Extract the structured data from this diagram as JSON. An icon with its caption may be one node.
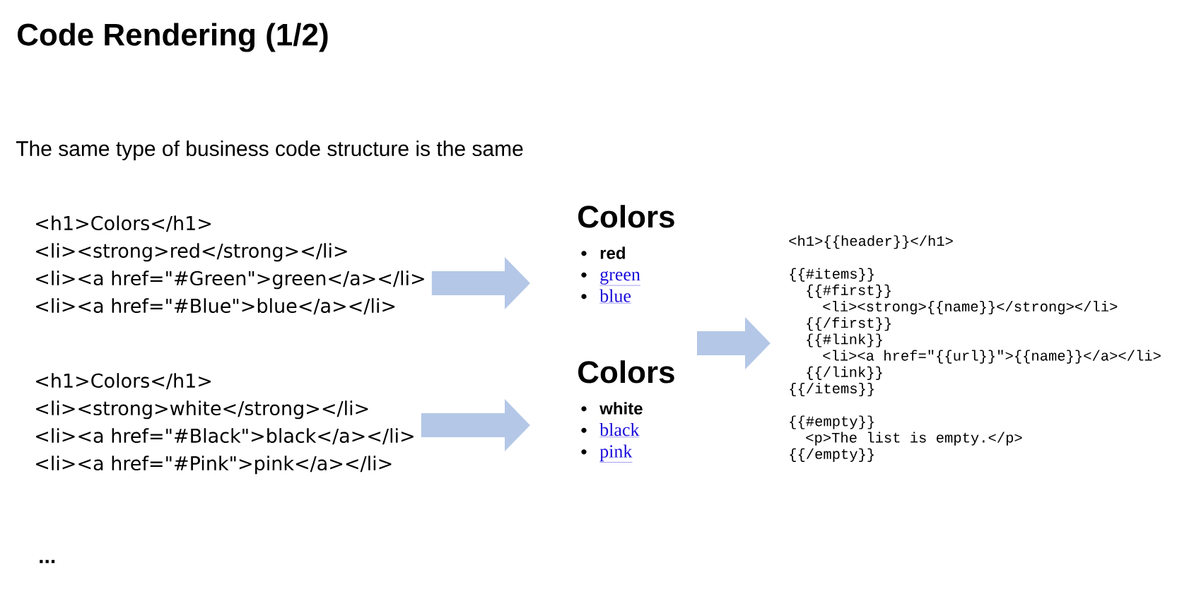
{
  "diagram": {
    "title": "Code Rendering (1/2)",
    "nodes": [
      {
        "text": [
          "<h1>Colors</h1>",
          "<li><strong>red</strong></li>",
          "<li><a href=\"#Green\">green</a></li>",
          "<li><a href=\"#Blue\">blue</a></li>"
        ]
      },
      {
        "text": [
          "<h1>Colors</h1>",
          "<li><strong>white</strong></li>",
          "<li><a href=\"#Black\">black</a></li>",
          "<li><a href=\"#Pink\">pink</a></li>"
        ]
      },
      {
        "text": [
          "Colors",
          "red",
          "green",
          "blue"
        ]
      },
      {
        "text": [
          "Colors",
          "white",
          "black",
          "pink"
        ]
      },
      {
        "text": [
          "<h1>{{header}}</h1>",
          "{{#items}}",
          "{{#first}}",
          "<li><strong>{{name}}</strong></li>",
          "{{/first}}",
          "{{#link}}",
          "<li><a href=\"{{url}}\">{{name}}</a></li>",
          "{{/link}}",
          "{{/items}}",
          "{{#empty}}",
          "<p>The list is empty.</p>",
          "{{/empty}}"
        ]
      }
    ],
    "edges": [
      {
        "from": 0,
        "to": 2,
        "arrow": "to"
      },
      {
        "from": 1,
        "to": 3,
        "arrow": "to"
      },
      {
        "from": null,
        "to": 4,
        "arrow": "to"
      }
    ],
    "labels": [
      "The same type of business code structure is the same",
      "..."
    ]
  }
}
